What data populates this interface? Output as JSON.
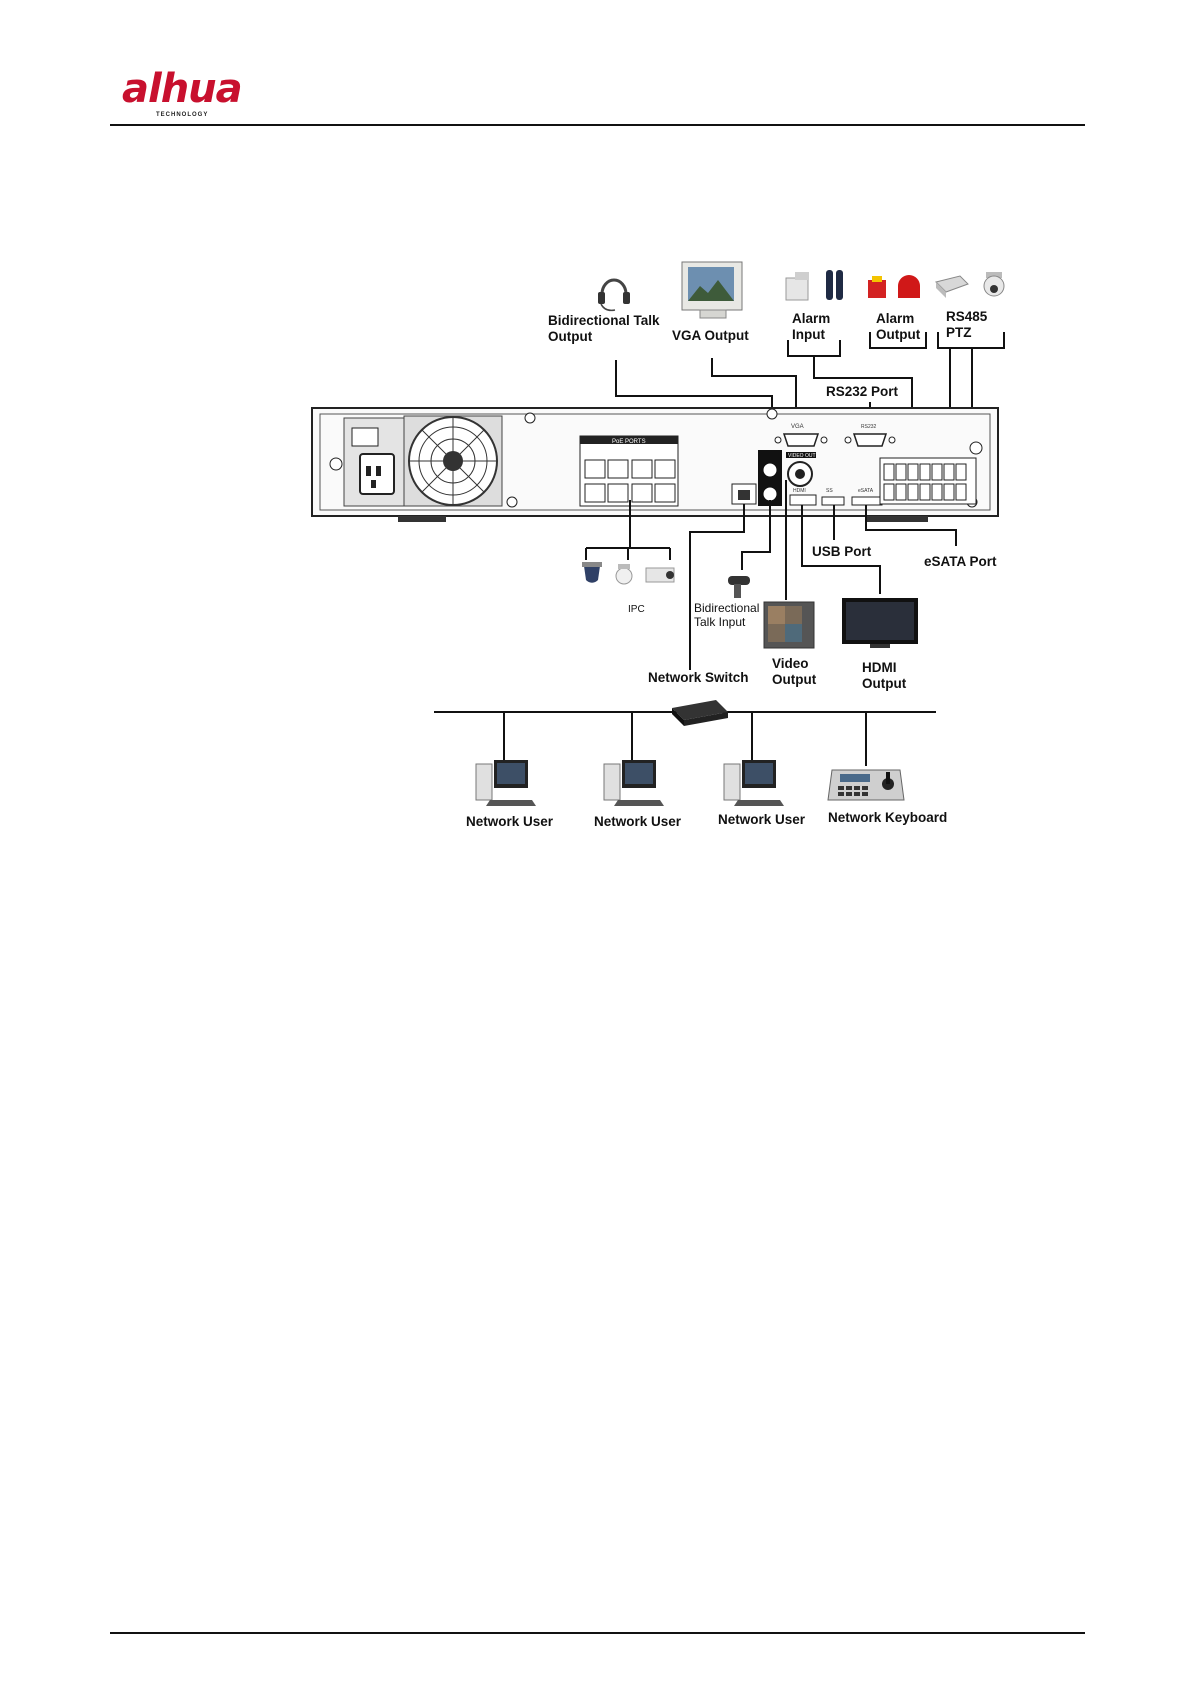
{
  "brand": {
    "logo_text": "alhua",
    "logo_sub": "TECHNOLOGY",
    "logo_color": "#c8102e"
  },
  "diagram": {
    "labels": {
      "bidirectional_talk_output_1": "Bidirectional Talk",
      "bidirectional_talk_output_2": "Output",
      "vga_output": "VGA Output",
      "alarm_input_1": "Alarm",
      "alarm_input_2": "Input",
      "alarm_output_1": "Alarm",
      "alarm_output_2": "Output",
      "rs485_1": "RS485",
      "rs485_2": "PTZ",
      "rs232_port": "RS232 Port",
      "usb_port": "USB Port",
      "esata_port": "eSATA Port",
      "ipc": "IPC",
      "bidirectional_talk_input_1": "Bidirectional",
      "bidirectional_talk_input_2": "Talk Input",
      "network_switch": "Network Switch",
      "video_output_1": "Video",
      "video_output_2": "Output",
      "hdmi_output_1": "HDMI",
      "hdmi_output_2": "Output",
      "network_user_1": "Network User",
      "network_user_2": "Network User",
      "network_user_3": "Network User",
      "network_keyboard": "Network Keyboard"
    },
    "panel_labels": {
      "poe_ports": "PoE PORTS",
      "vga": "VGA",
      "rs232": "RS232",
      "video_out": "VIDEO OUT",
      "hdmi": "HDMI",
      "usb": "SS",
      "esata": "eSATA"
    }
  }
}
